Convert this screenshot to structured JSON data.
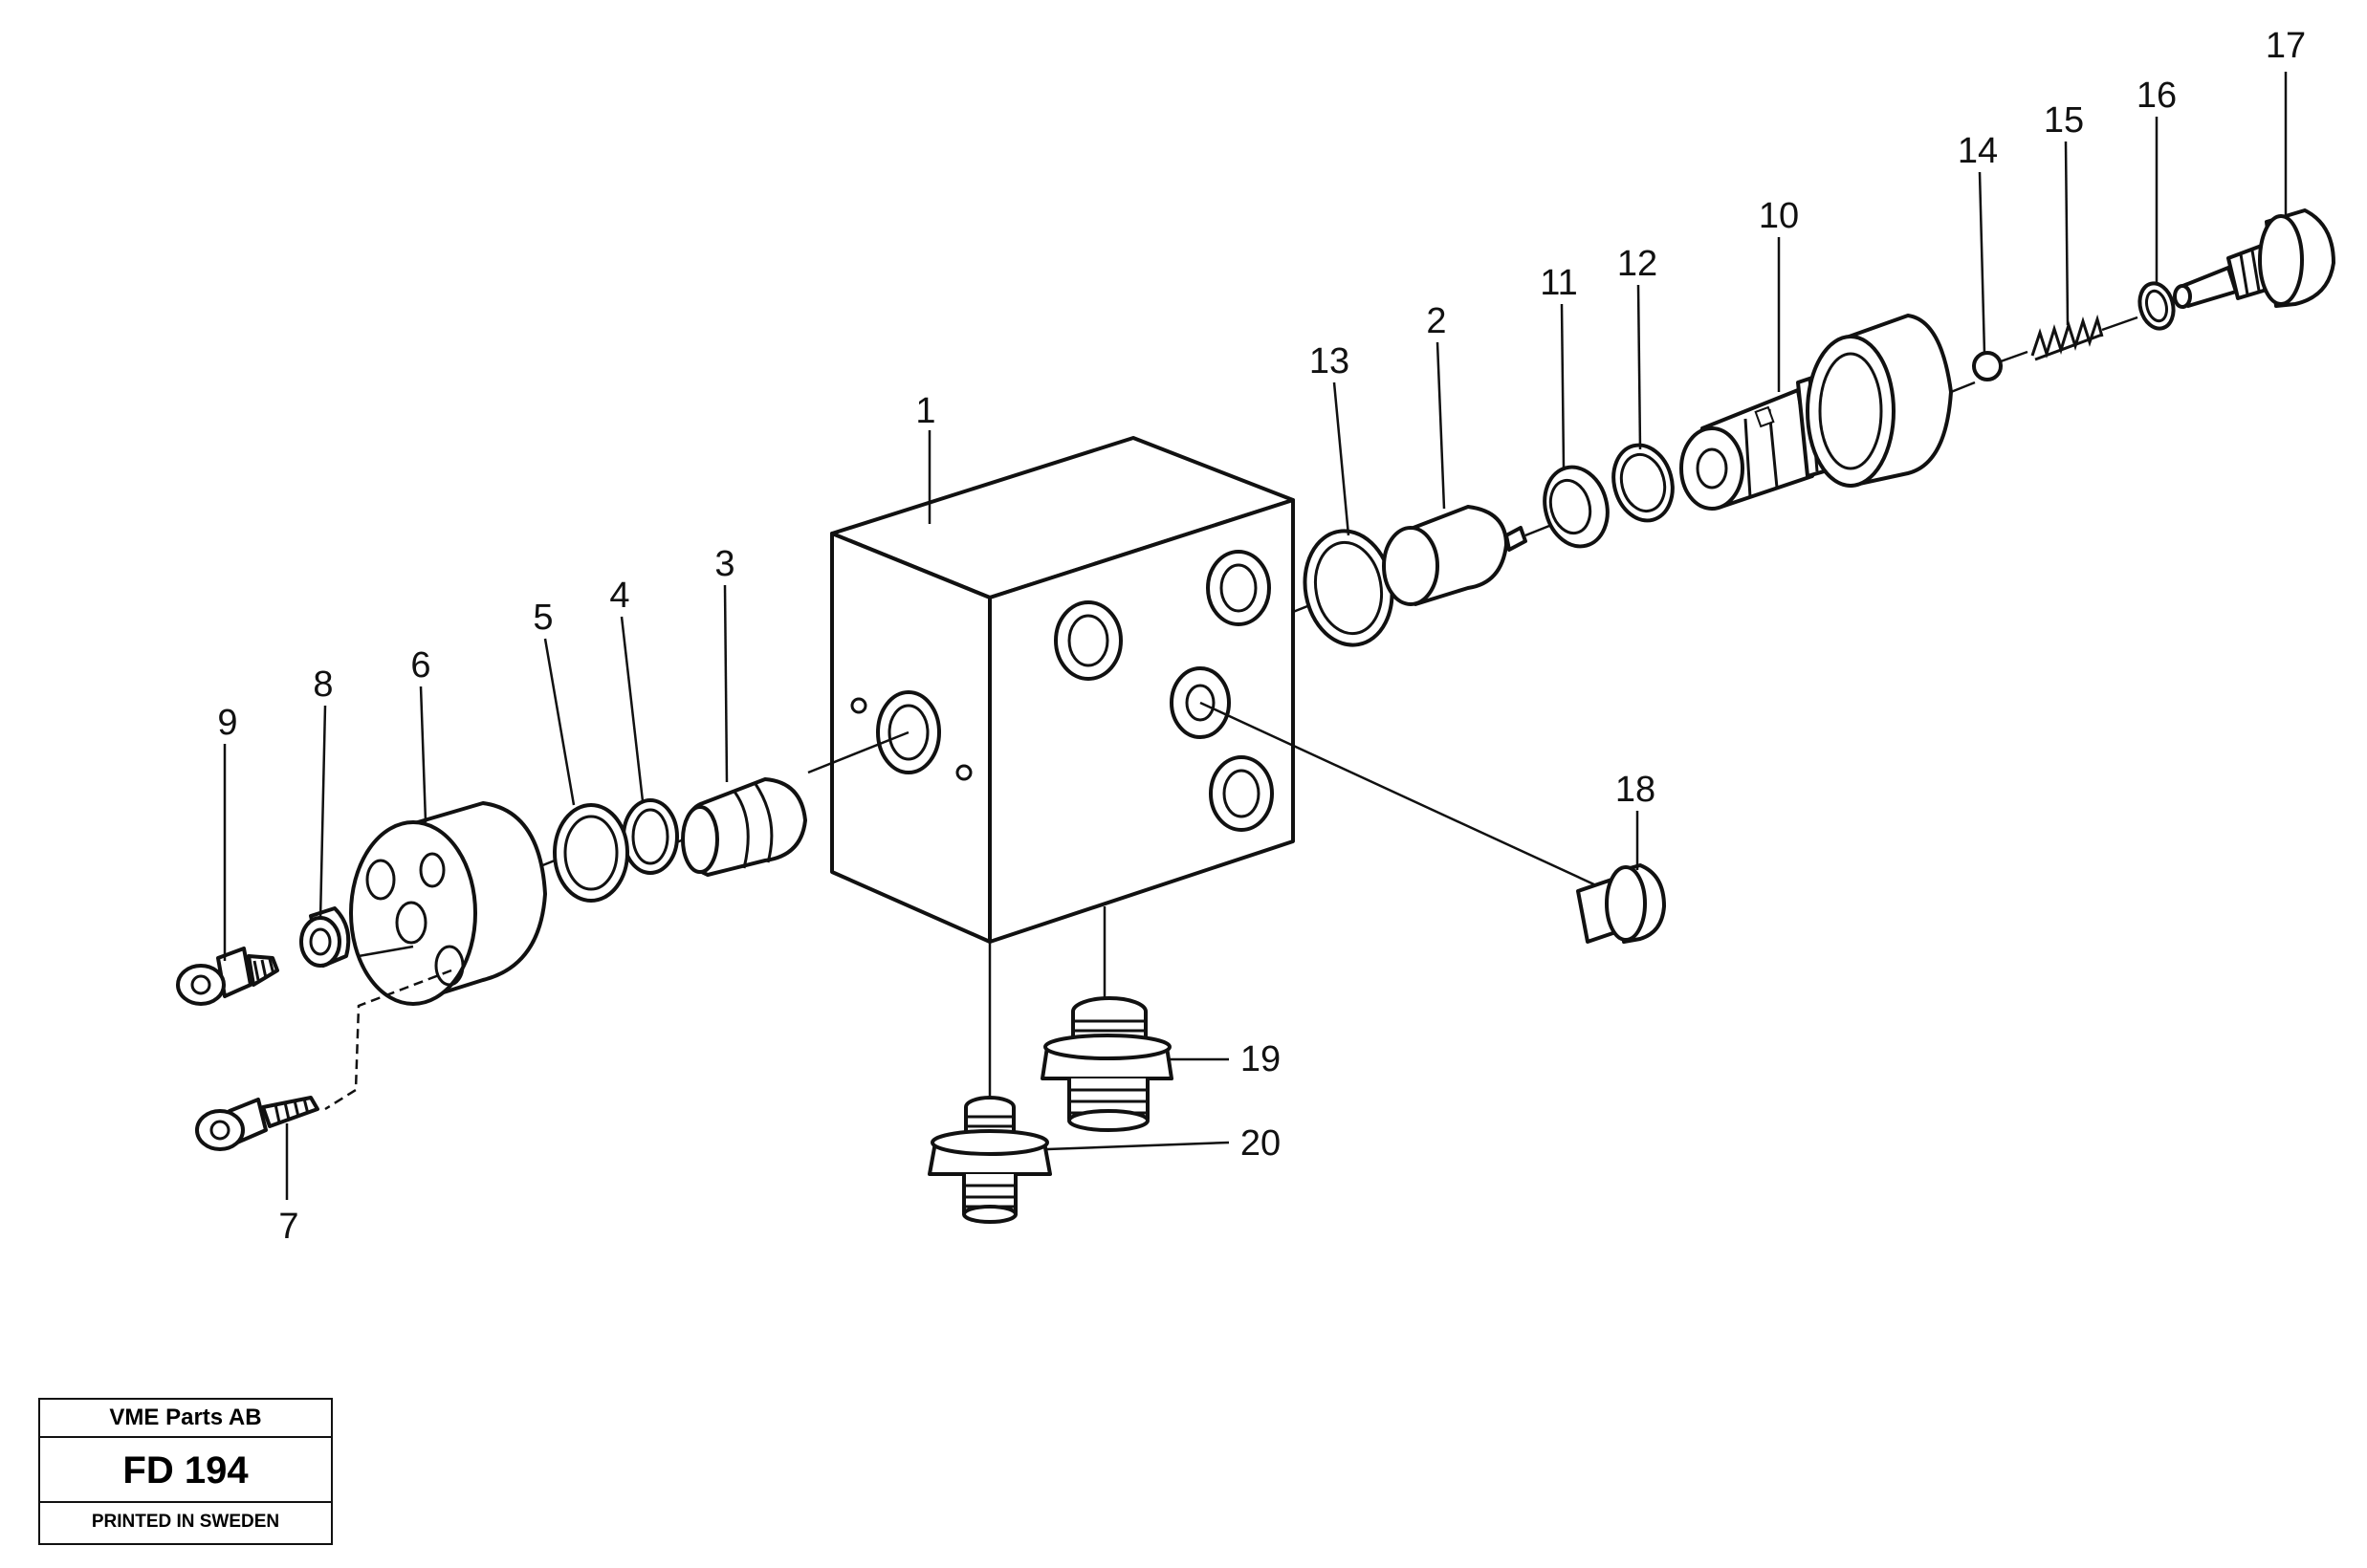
{
  "callouts": [
    "1",
    "2",
    "3",
    "4",
    "5",
    "6",
    "7",
    "8",
    "9",
    "10",
    "11",
    "12",
    "13",
    "14",
    "15",
    "16",
    "17",
    "18",
    "19",
    "20"
  ],
  "title_block": {
    "company": "VME Parts AB",
    "code": "FD 194",
    "printed": "PRINTED IN SWEDEN"
  },
  "icons": [
    "valve-block-icon",
    "seal-ring-icon",
    "plug-icon",
    "cap-screw-icon",
    "cover-icon",
    "cartridge-icon",
    "spring-icon",
    "ball-icon",
    "nipple-icon"
  ]
}
